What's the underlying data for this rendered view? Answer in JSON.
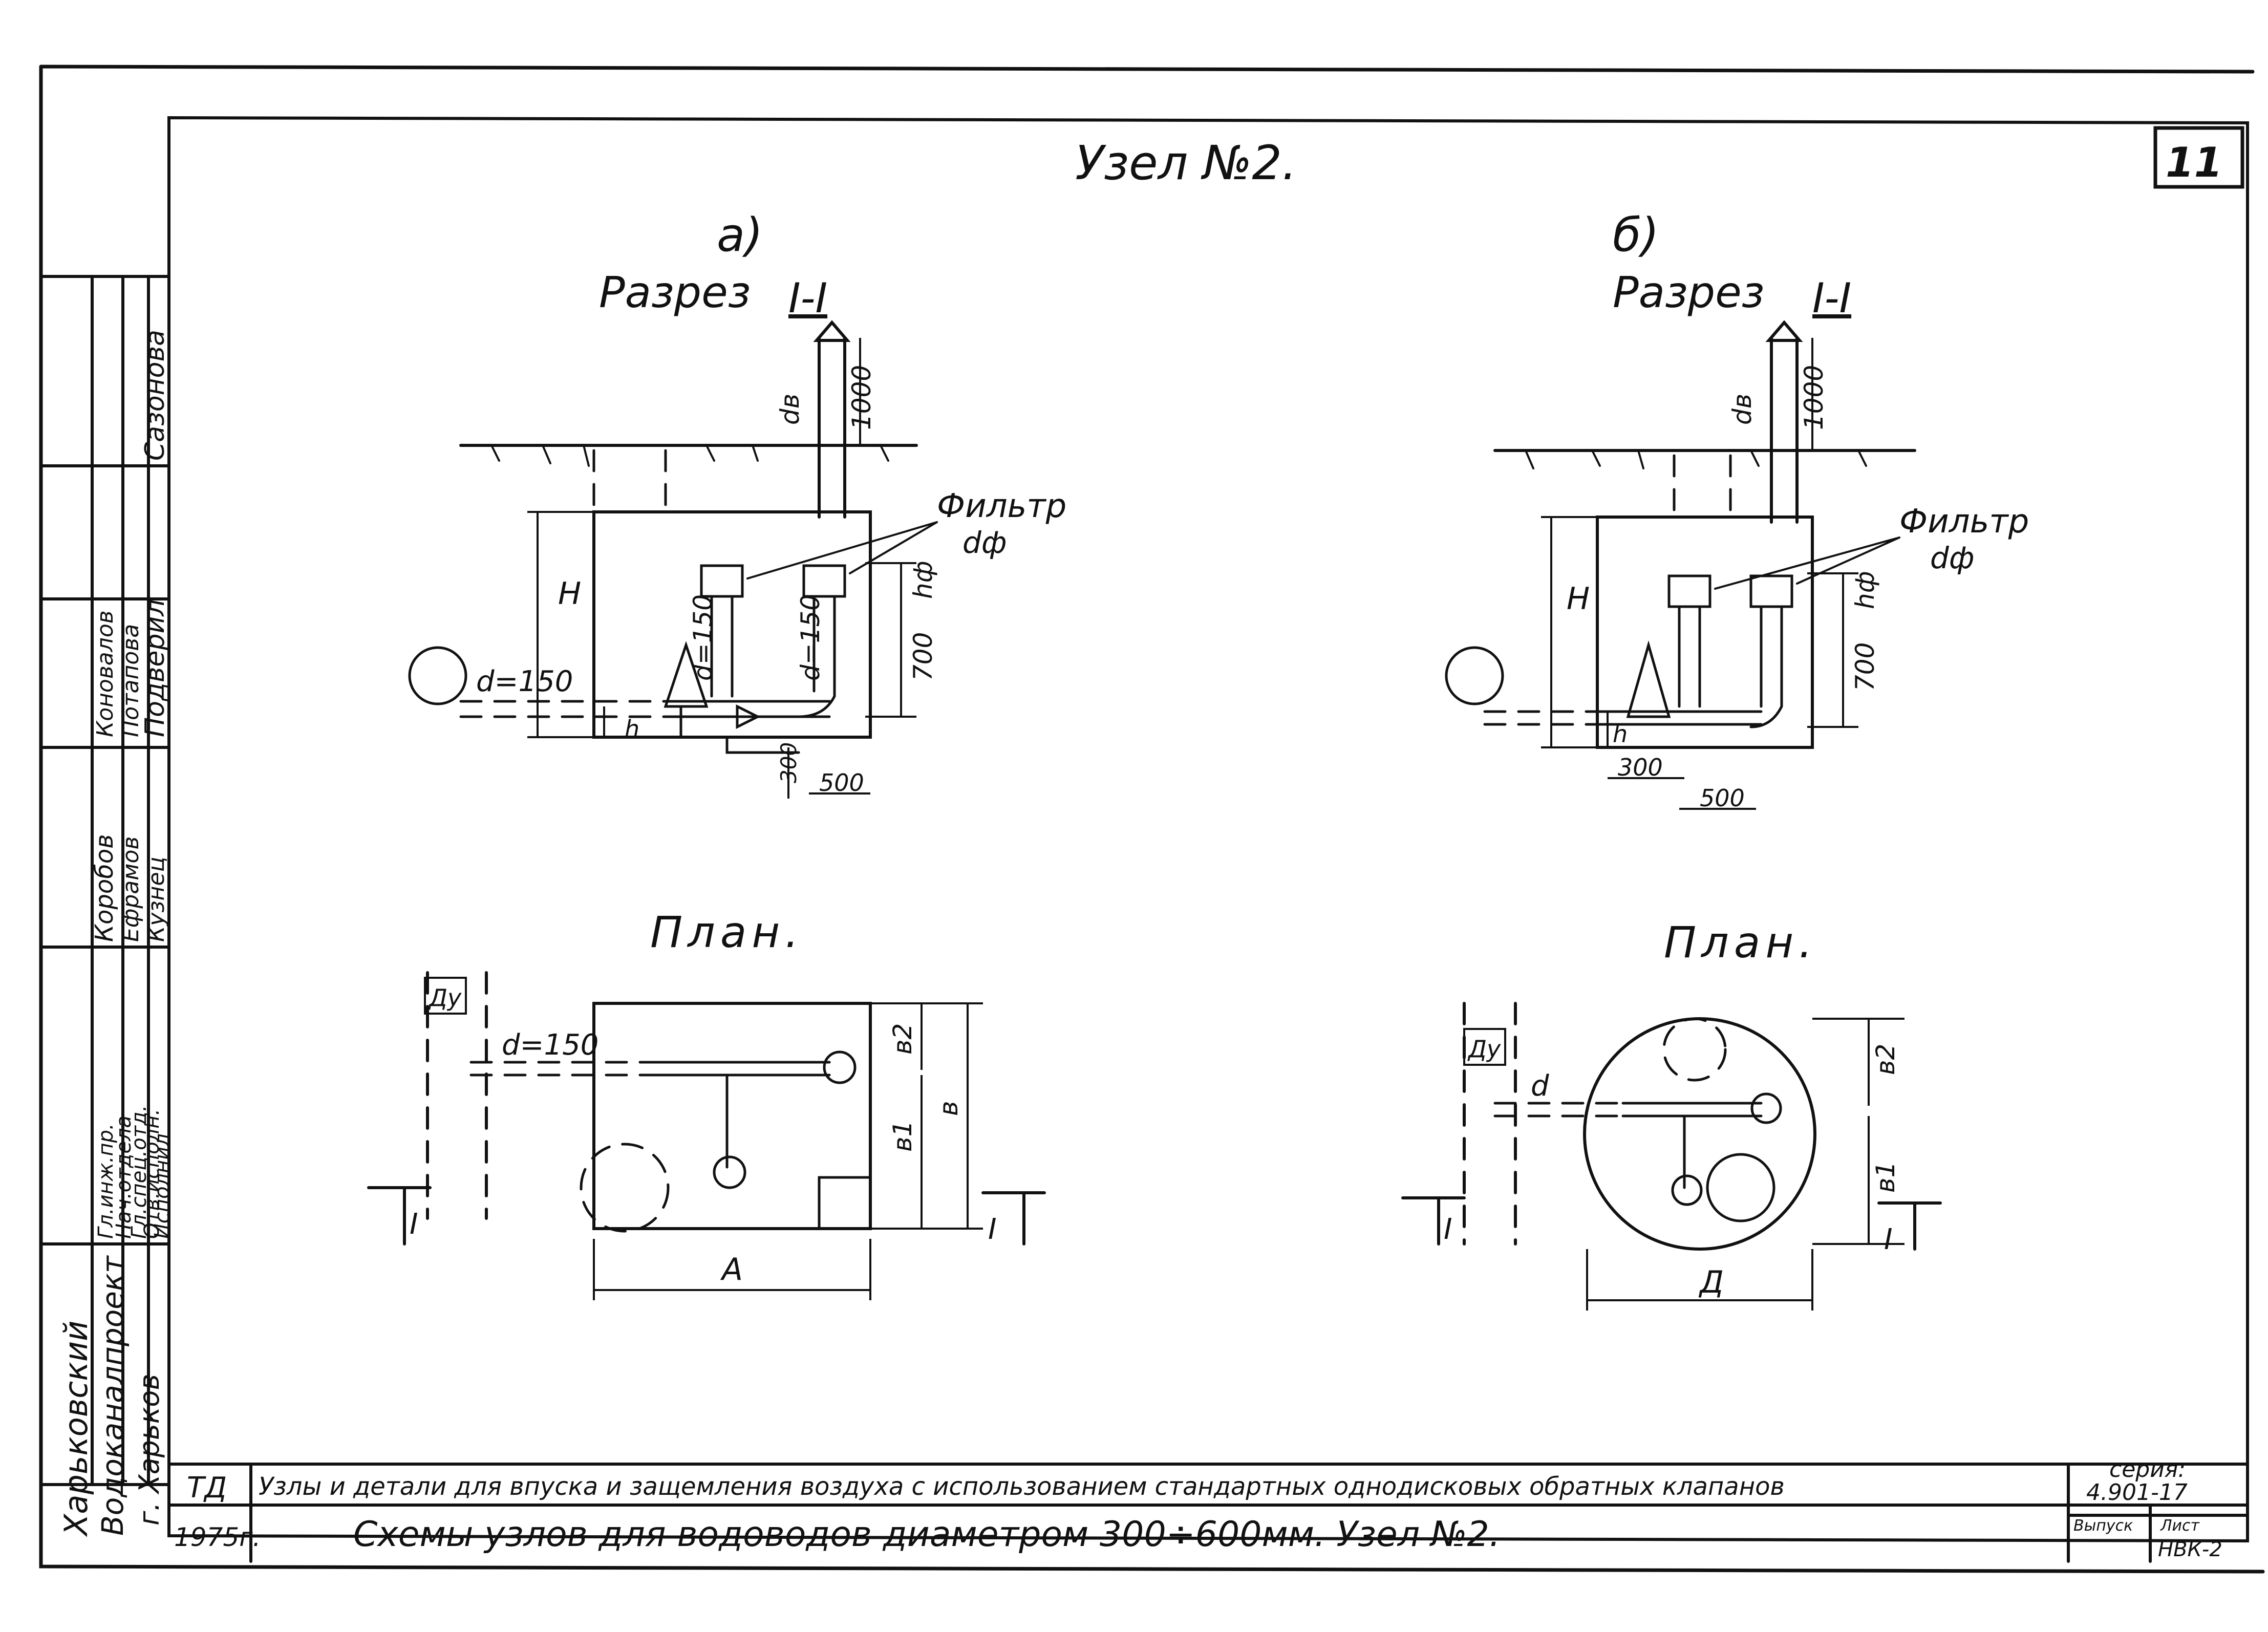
{
  "sheet": {
    "title": "Узел №2.",
    "sheet_number": "11",
    "variant_a": {
      "label": "а)",
      "section_title": "Разрез",
      "section_mark": "I-I",
      "plan_title": "План.",
      "labels": {
        "pipe": "d=150",
        "riser_dia": "dв",
        "riser_height": "1000",
        "filter": "Фильтр",
        "filter_dia": "dф",
        "height": "H",
        "hf": "hф",
        "h700": "700",
        "h": "h",
        "d300": "300",
        "d500": "500",
        "riser1": "d=150",
        "riser2": "d=150",
        "main": "Ду",
        "plan_pipe": "d=150",
        "b1": "в1",
        "b2": "в2",
        "b": "в",
        "a": "А",
        "cut": "I"
      }
    },
    "variant_b": {
      "label": "б)",
      "section_title": "Разрез",
      "section_mark": "I-I",
      "plan_title": "План.",
      "labels": {
        "riser_dia": "dв",
        "riser_height": "1000",
        "filter": "Фильтр",
        "filter_dia": "dф",
        "height": "H",
        "hf": "hф",
        "h700": "700",
        "h": "h",
        "d300": "300",
        "d500": "500",
        "main": "Ду",
        "plan_pipe": "d",
        "b1": "в1",
        "b2": "в2",
        "d": "Д",
        "cut": "I"
      }
    },
    "side_stamp": {
      "names": [
        "Сазонова",
        "Подверил",
        "Коробов",
        "Ефрамов",
        "Кузнец",
        "Коновалов",
        "Потапова"
      ],
      "positions": [
        "Гл.инж.пр.",
        "Нач.отдела",
        "Гл.спец.отд.",
        "Отв.исполн.",
        "Исполнил"
      ],
      "organization": [
        "Харьковский",
        "Водоканалпроект",
        "г. Харьков"
      ]
    },
    "title_block": {
      "td": "ТД",
      "year": "1975г.",
      "line1": "Узлы и детали для впуска и защемления воздуха с использованием стандартных однодисковых обратных клапанов",
      "line2": "Схемы узлов для водоводов диаметром 300÷600мм. Узел №2.",
      "series_label": "серия:",
      "series": "4.901-17",
      "issue_label": "Выпуск",
      "sheet_label": "Лист",
      "sheet_code": "НВК-2"
    }
  }
}
